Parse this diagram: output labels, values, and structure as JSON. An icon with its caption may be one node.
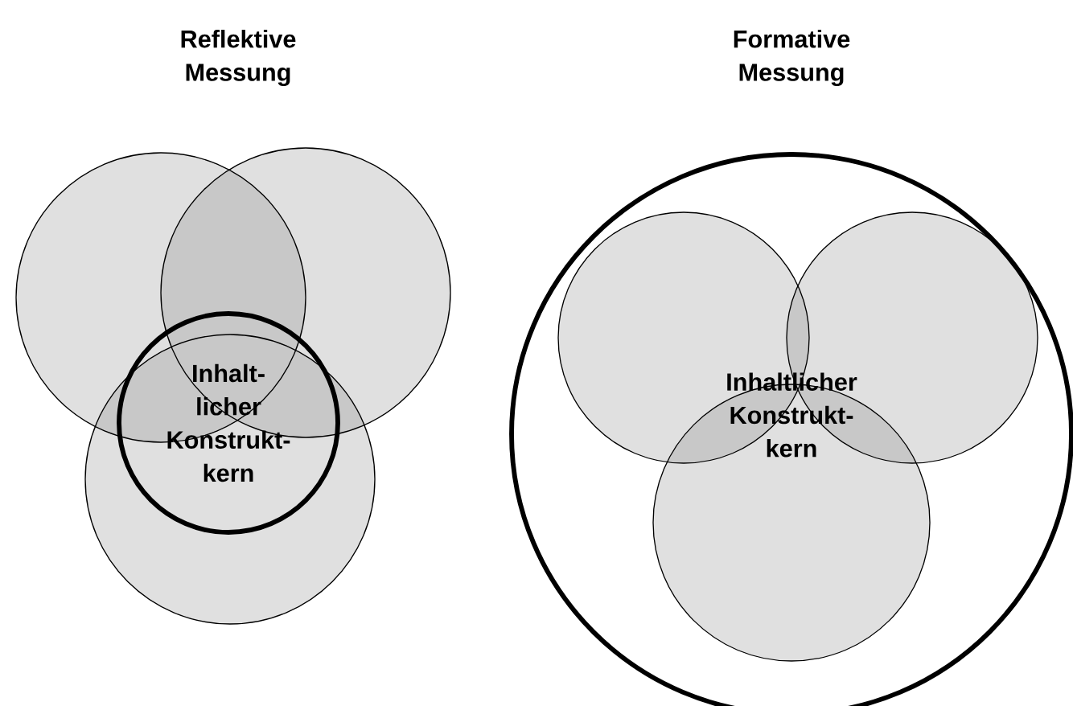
{
  "diagram": {
    "nodes": [
      {
        "text": [],
        "shape": "circle"
      },
      {
        "text": [],
        "shape": "circle"
      },
      {
        "text": [],
        "shape": "circle"
      },
      {
        "text": [
          "Inhalt- licher Konstrukt- kern"
        ]
      },
      {
        "text": [],
        "shape": "circle"
      },
      {
        "text": [],
        "shape": "circle",
        "in": 4
      },
      {
        "text": [],
        "shape": "circle",
        "in": 4
      },
      {
        "text": [],
        "shape": "circle",
        "in": 4
      },
      {
        "text": [
          "Inhaltlicher Konstrukt- kern"
        ],
        "in": 4
      }
    ],
    "labels": [
      "Reflektive Messung",
      "Formative Messung"
    ]
  }
}
